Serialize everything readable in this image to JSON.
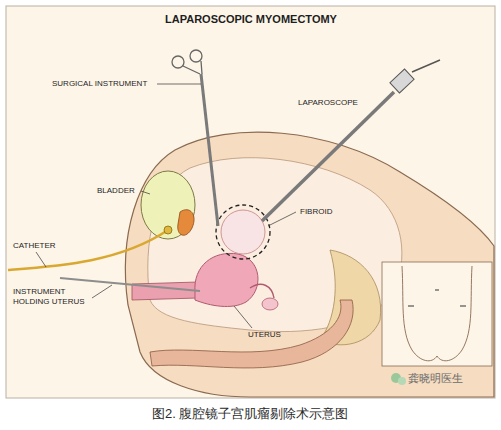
{
  "diagram": {
    "title": "LAPAROSCOPIC MYOMECTOMY",
    "caption": "图2. 腹腔镜子宫肌瘤剔除术示意图",
    "labels": [
      "SURGICAL INSTRUMENT",
      "LAPAROSCOPE",
      "BLADDER",
      "CATHETER",
      "FIBROID",
      "INSTRUMENT HOLDING UTERUS",
      "UTERUS",
      "龚晓明医生"
    ]
  }
}
